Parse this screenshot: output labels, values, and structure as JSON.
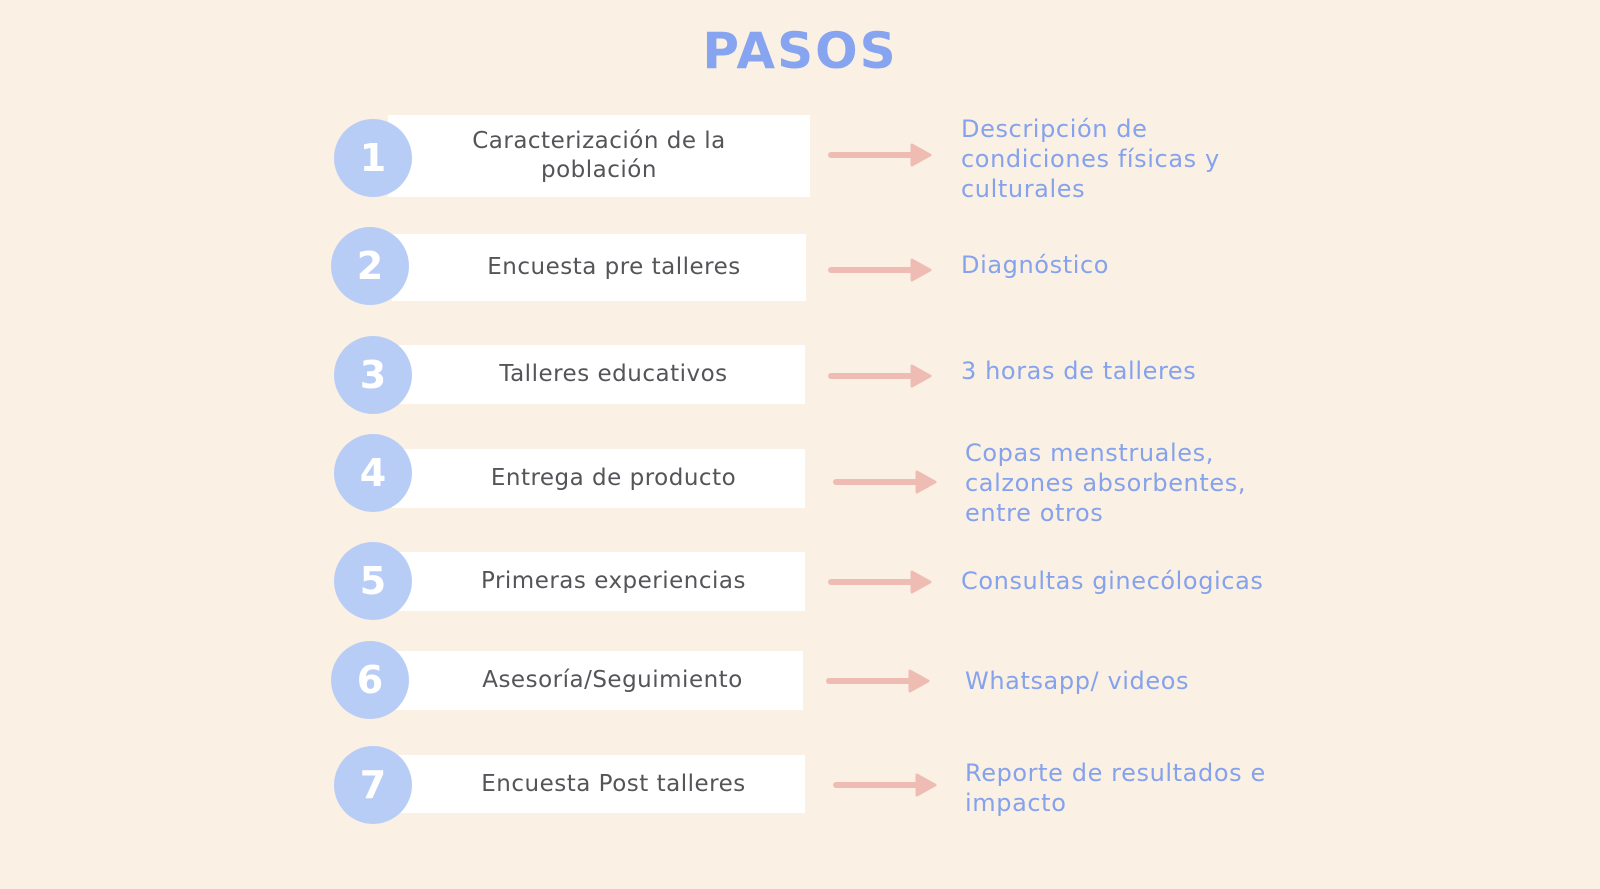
{
  "title": "PASOS",
  "colors": {
    "background": "#fbf0e4",
    "circle": "#b8cdf6",
    "arrow": "#efbcb3",
    "accent_text": "#85a2ec",
    "step_text": "#555458"
  },
  "steps": [
    {
      "number": "1",
      "label": "Caracterización de la población",
      "result": "Descripción de condiciones físicas y culturales"
    },
    {
      "number": "2",
      "label": "Encuesta pre talleres",
      "result": "Diagnóstico"
    },
    {
      "number": "3",
      "label": "Talleres educativos",
      "result": "3 horas de talleres"
    },
    {
      "number": "4",
      "label": "Entrega de producto",
      "result": "Copas menstruales, calzones absorbentes, entre otros"
    },
    {
      "number": "5",
      "label": "Primeras experiencias",
      "result": "Consultas ginecólogicas"
    },
    {
      "number": "6",
      "label": "Asesoría/Seguimiento",
      "result": "Whatsapp/ videos"
    },
    {
      "number": "7",
      "label": "Encuesta Post talleres",
      "result": "Reporte de resultados e impacto"
    }
  ]
}
